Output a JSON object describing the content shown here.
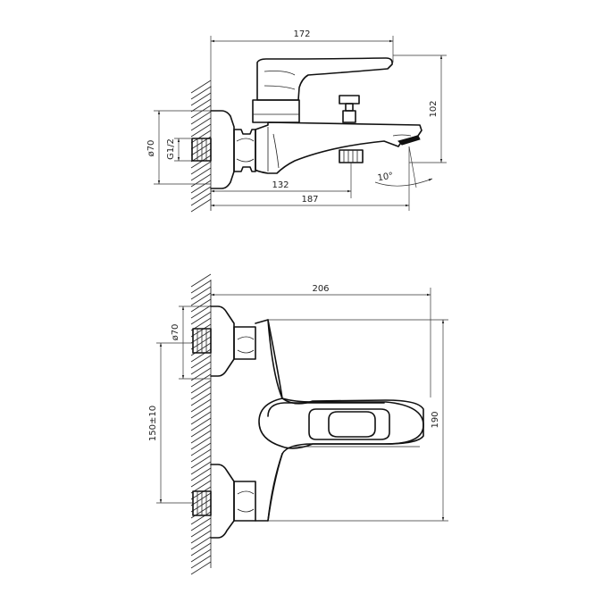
{
  "side_view": {
    "width_total": "172",
    "height_total": "102",
    "wall_flange_diameter": "ø70",
    "thread_size": "G1/2",
    "wall_to_diverter": "132",
    "wall_to_spout": "187",
    "spout_angle": "10°"
  },
  "front_view": {
    "width_total": "206",
    "flange_diameter": "ø70",
    "center_distance": "150±10",
    "height_total": "190"
  }
}
